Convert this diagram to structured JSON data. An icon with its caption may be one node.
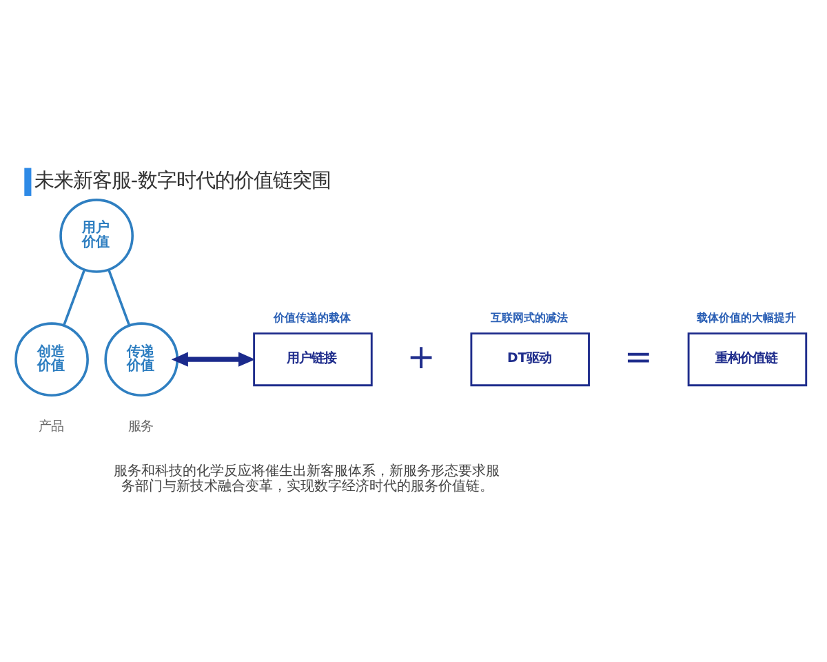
{
  "diagram": {
    "title": "未来新客服-数字时代的价值链突围",
    "caption": "服务和科技的化学反应将催生出新客服体系，新服务形态要求服务部门与新技术融合变革，实现数字经济时代的服务价值链。",
    "nodes": [
      {
        "text": [
          "用户价值"
        ]
      },
      {
        "text": [
          "创造价值"
        ],
        "beside": [
          "产品"
        ]
      },
      {
        "text": [
          "传递价值"
        ],
        "beside": [
          "服务"
        ]
      },
      {
        "text": [
          "价值传递的载体",
          "用户链接"
        ]
      },
      {
        "text": [
          "互联网式的减法",
          "DT驱动"
        ]
      },
      {
        "text": [
          "载体价值的大幅提升",
          "重构价值链"
        ]
      }
    ],
    "edges": [
      {
        "from": 0,
        "to": 1,
        "arrow": "none"
      },
      {
        "from": 0,
        "to": 2,
        "arrow": "none"
      },
      {
        "from": 2,
        "to": 3,
        "arrow": "both",
        "style": "thick",
        "color": "#1b2a8c"
      }
    ],
    "labels": [
      "+",
      "="
    ]
  }
}
